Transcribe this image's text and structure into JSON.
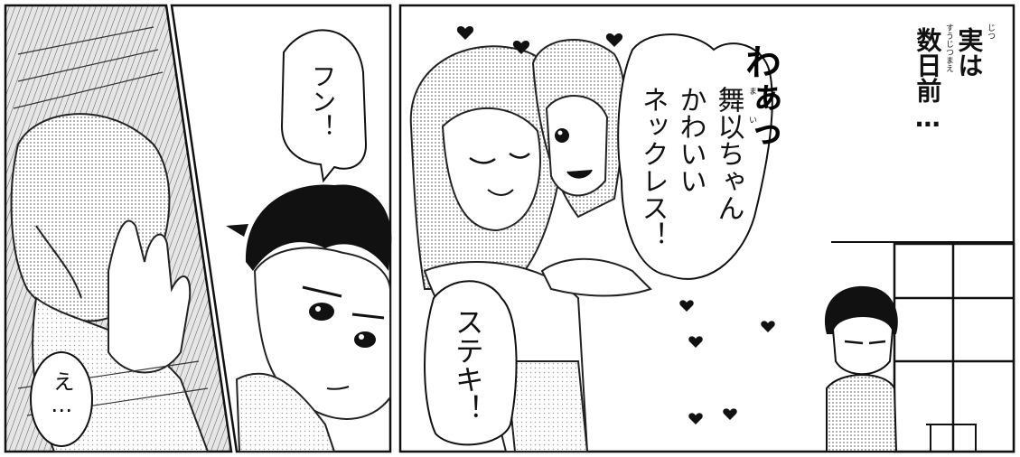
{
  "panel1": {
    "speech": "え…"
  },
  "panel2": {
    "speech": "フン！"
  },
  "panel3": {
    "narration": {
      "line1": "実は",
      "line2": "数日前…"
    },
    "furigana": {
      "jitsu": "じつ",
      "suujitsumae": "すうじつまえ"
    },
    "sfx": "わぁっ",
    "bubble_main": {
      "lines": [
        "舞以ちゃん",
        "かわいい",
        "ネックレス！"
      ],
      "ruby_mai": "ま",
      "ruby_i": "い"
    },
    "bubble_small": "ステキ！"
  },
  "colors": {
    "ink": "#111111",
    "paper": "#ffffff",
    "screen": "#cfcfcf"
  }
}
